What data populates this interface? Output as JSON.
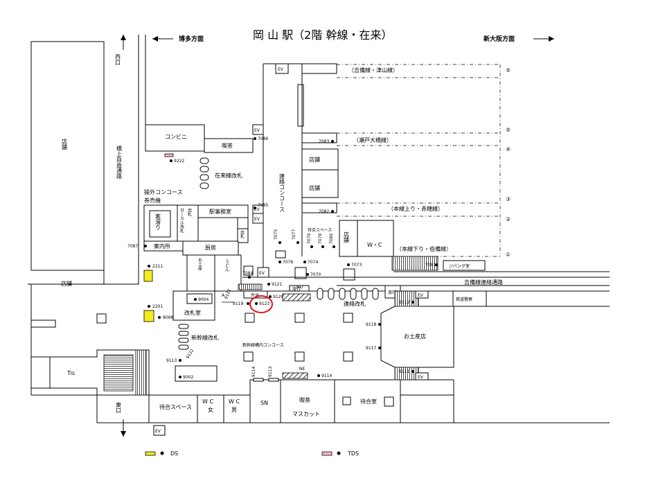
{
  "title": "岡 山 駅（2階 幹線・在来）",
  "direction_left": "博多方面",
  "direction_right": "新大阪方面",
  "exit_west": "西口",
  "exit_east": "東口",
  "colors": {
    "ds_marker": "#f0ec20",
    "tds_marker": "#f3b7c9",
    "highlight_circle": "#e0151b"
  },
  "labels": {
    "shop_left": "店舗",
    "shop_bottom_left": "店舗",
    "yokogami_road": "橋上自由通路",
    "konbini": "コンビニ",
    "kissa_top": "喫茶",
    "zairai_ticket": "在来線改札",
    "outer_concourse": "操外コンコース",
    "ticket_machine": "券売機",
    "kyaku_dome": "客溜り",
    "local_ticket": "ローカル改札",
    "shutsu_satsu": "出札",
    "eki_jimu": "駅事務室",
    "annai": "案内所",
    "shubo": "厨房",
    "omiyage_small": "お土産",
    "udon": "うどん",
    "renraku_concourse": "連絡コンコース",
    "shop_mid1": "店舗",
    "shop_mid2": "店舗",
    "machiai1": "待合スペース",
    "shop_small": "店舗",
    "wc_mid": "W・C",
    "kaisatsu": "改札室",
    "shinkansen_ticket": "新幹線改札",
    "shinkansen_concourse": "新幹線構内コンコース",
    "bento": "弁当",
    "ryokou": "旅行",
    "renraku_gate": "連絡改札",
    "omiyage_store": "お土産店",
    "jipangu": "ジパング室",
    "kibi_passage": "吉備線連絡通路",
    "tetsudo_keisatsu": "鉄道警察",
    "tis": "Tis",
    "machiai2": "待合スペース",
    "wc_female_1": "W C",
    "wc_female_2": "女",
    "wc_male_1": "W C",
    "wc_male_2": "男",
    "sn": "SN",
    "kissa_bottom": "喫茶",
    "muscat": "マスカット",
    "machiai3": "待合室",
    "ev": "EV",
    "nd": "ND",
    "ne": "NE",
    "a": "A"
  },
  "tracks": [
    {
      "name": "（吉備線・津山線）",
      "number": "⑤"
    },
    {
      "name": "",
      "number": "⑤"
    },
    {
      "name": "（瀬戸大橋線）",
      "number": "④"
    },
    {
      "name": "（本線上り・赤穂線）",
      "number": "③"
    },
    {
      "name": "",
      "number": "②"
    },
    {
      "name": "（本線下り・伯備線）",
      "number": "①"
    }
  ],
  "camera_ids": {
    "c9222": "9222",
    "c7086": "7086",
    "c7085": "7085",
    "c7087": "7087",
    "c2211": "2211",
    "c2201": "2201",
    "c8098": "8098",
    "c7083": "7083",
    "c7082": "7082",
    "c7081": "7081",
    "c7084": "7084",
    "c7075": "7075",
    "c7074": "7074",
    "c7077": "7077",
    "c7079": "7079",
    "c7078": "7078",
    "c7080": "7080",
    "c7076": "7076",
    "c7073": "7073",
    "c7070": "7070",
    "c9121": "9121",
    "c9122": "9122",
    "c9120": "9120",
    "c9119": "9119",
    "c9123": "9123",
    "c9004": "9004",
    "c9112": "9112",
    "c9118": "9118",
    "c9117": "9117",
    "c9111": "9111",
    "c9113a": "9113",
    "c9122b": "9122",
    "c9114": "9114",
    "c9113b": "9113",
    "c9114b": "9114",
    "c9002": "9002"
  },
  "legend": {
    "ds": "DS",
    "tds": "TDS"
  }
}
